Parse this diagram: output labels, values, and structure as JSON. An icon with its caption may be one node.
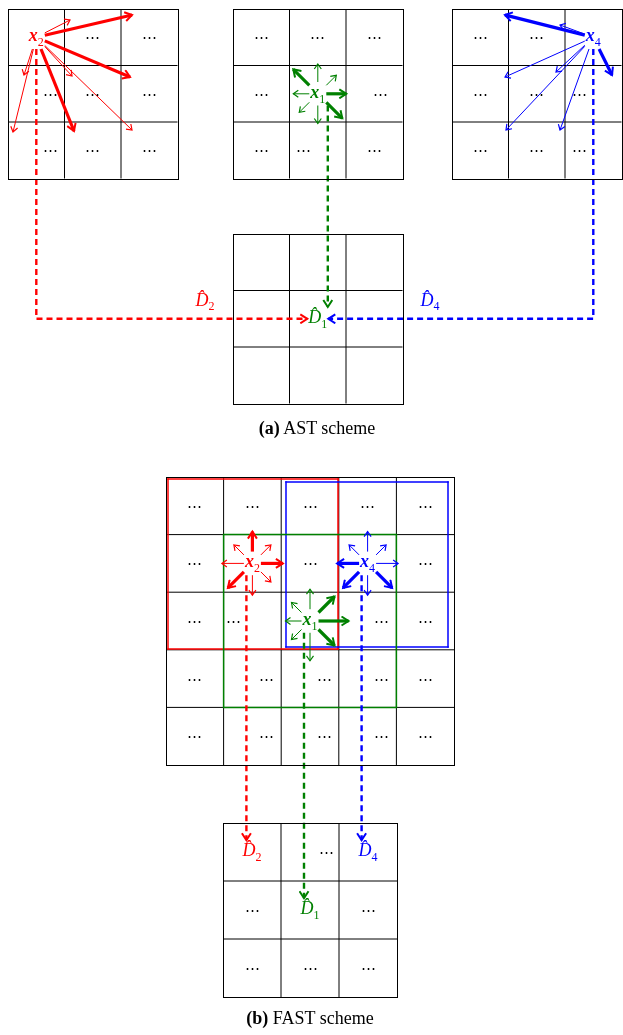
{
  "diagram": {
    "nodes": [
      {
        "text": [],
        "shape": "box"
      },
      {
        "text": [
          "**x**$_{2}$"
        ],
        "in": 0
      },
      {
        "text": [],
        "shape": "box"
      },
      {
        "text": [
          "**x**$_{1}$"
        ],
        "in": 2
      },
      {
        "text": [],
        "shape": "box"
      },
      {
        "text": [
          "**x**$_{4}$"
        ],
        "in": 4
      },
      {
        "text": [],
        "shape": "box"
      },
      {
        "text": [
          "D̂$_{1}$"
        ],
        "in": 6
      },
      {
        "text": [],
        "shape": "box"
      },
      {
        "text": [
          "**x**$_{2}$"
        ],
        "in": 8
      },
      {
        "text": [
          "**x**$_{4}$"
        ],
        "in": 8
      },
      {
        "text": [
          "**x**$_{1}$"
        ],
        "in": 8
      },
      {
        "text": [],
        "shape": "box"
      },
      {
        "text": [
          "D̂$_{2}$"
        ],
        "in": 12
      },
      {
        "text": [
          "D̂$_{4}$"
        ],
        "in": 12
      },
      {
        "text": [
          "D̂$_{1}$"
        ],
        "in": 12
      }
    ],
    "edges": [
      {
        "from": 1,
        "to": 7,
        "arrow": "to",
        "style": "dashed",
        "color": "#ff0000",
        "label": "D̂$_{2}$"
      },
      {
        "from": 3,
        "to": 7,
        "arrow": "to",
        "style": "dashed",
        "color": "#008000"
      },
      {
        "from": 5,
        "to": 7,
        "arrow": "to",
        "style": "dashed",
        "color": "#0000ff",
        "label": "D̂$_{4}$"
      },
      {
        "from": 9,
        "to": 13,
        "arrow": "to",
        "style": "dashed",
        "color": "#ff0000"
      },
      {
        "from": 11,
        "to": 15,
        "arrow": "to",
        "style": "dashed",
        "color": "#008000"
      },
      {
        "from": 10,
        "to": 14,
        "arrow": "to",
        "style": "dashed",
        "color": "#0000ff"
      },
      {
        "from": 1,
        "to": null,
        "arrow": "to",
        "style": "thick",
        "color": "#ff0000"
      },
      {
        "from": 1,
        "to": null,
        "arrow": "to",
        "color": "#ff0000"
      },
      {
        "from": 1,
        "to": null,
        "arrow": "to",
        "style": "thick",
        "color": "#ff0000"
      },
      {
        "from": 1,
        "to": null,
        "arrow": "to",
        "color": "#ff0000"
      },
      {
        "from": 1,
        "to": null,
        "arrow": "to",
        "color": "#ff0000"
      },
      {
        "from": 1,
        "to": null,
        "arrow": "to",
        "style": "thick",
        "color": "#ff0000"
      },
      {
        "from": 1,
        "to": null,
        "arrow": "to",
        "color": "#ff0000"
      },
      {
        "from": 1,
        "to": null,
        "arrow": "to",
        "color": "#ff0000"
      },
      {
        "from": 3,
        "to": null,
        "arrow": "to",
        "color": "#008000"
      },
      {
        "from": 3,
        "to": null,
        "arrow": "to",
        "color": "#008000"
      },
      {
        "from": 3,
        "to": null,
        "arrow": "to",
        "style": "thick",
        "color": "#008000"
      },
      {
        "from": 3,
        "to": null,
        "arrow": "to",
        "style": "thick",
        "color": "#008000"
      },
      {
        "from": 3,
        "to": null,
        "arrow": "to",
        "color": "#008000"
      },
      {
        "from": 3,
        "to": null,
        "arrow": "to",
        "color": "#008000"
      },
      {
        "from": 3,
        "to": null,
        "arrow": "to",
        "color": "#008000"
      },
      {
        "from": 3,
        "to": null,
        "arrow": "to",
        "style": "thick",
        "color": "#008000"
      },
      {
        "from": 5,
        "to": null,
        "arrow": "to",
        "style": "thick",
        "color": "#0000ff"
      },
      {
        "from": 5,
        "to": null,
        "arrow": "to",
        "color": "#0000ff"
      },
      {
        "from": 5,
        "to": null,
        "arrow": "to",
        "color": "#0000ff"
      },
      {
        "from": 5,
        "to": null,
        "arrow": "to",
        "color": "#0000ff"
      },
      {
        "from": 5,
        "to": null,
        "arrow": "to",
        "color": "#0000ff"
      },
      {
        "from": 5,
        "to": null,
        "arrow": "to",
        "color": "#0000ff"
      },
      {
        "from": 5,
        "to": null,
        "arrow": "to",
        "style": "thick",
        "color": "#0000ff"
      },
      {
        "from": 9,
        "to": null,
        "arrow": "to",
        "style": "thick",
        "color": "#ff0000"
      },
      {
        "from": 9,
        "to": null,
        "arrow": "to",
        "color": "#ff0000"
      },
      {
        "from": 9,
        "to": null,
        "arrow": "to",
        "style": "thick",
        "color": "#ff0000"
      },
      {
        "from": 9,
        "to": null,
        "arrow": "to",
        "color": "#ff0000"
      },
      {
        "from": 9,
        "to": null,
        "arrow": "to",
        "color": "#ff0000"
      },
      {
        "from": 9,
        "to": null,
        "arrow": "to",
        "style": "thick",
        "color": "#ff0000"
      },
      {
        "from": 9,
        "to": null,
        "arrow": "to",
        "color": "#ff0000"
      },
      {
        "from": 9,
        "to": null,
        "arrow": "to",
        "color": "#ff0000"
      },
      {
        "from": 10,
        "to": null,
        "arrow": "to",
        "color": "#0000ff"
      },
      {
        "from": 10,
        "to": null,
        "arrow": "to",
        "color": "#0000ff"
      },
      {
        "from": 10,
        "to": null,
        "arrow": "to",
        "color": "#0000ff"
      },
      {
        "from": 10,
        "to": null,
        "arrow": "to",
        "style": "thick",
        "color": "#0000ff"
      },
      {
        "from": 10,
        "to": null,
        "arrow": "to",
        "color": "#0000ff"
      },
      {
        "from": 10,
        "to": null,
        "arrow": "to",
        "style": "thick",
        "color": "#0000ff"
      },
      {
        "from": 10,
        "to": null,
        "arrow": "to",
        "style": "thick",
        "color": "#0000ff"
      },
      {
        "from": 10,
        "to": null,
        "arrow": "to",
        "color": "#0000ff"
      },
      {
        "from": 11,
        "to": null,
        "arrow": "to",
        "color": "#008000"
      },
      {
        "from": 11,
        "to": null,
        "arrow": "to",
        "style": "thick",
        "color": "#008000"
      },
      {
        "from": 11,
        "to": null,
        "arrow": "to",
        "style": "thick",
        "color": "#008000"
      },
      {
        "from": 11,
        "to": null,
        "arrow": "to",
        "style": "thick",
        "color": "#008000"
      },
      {
        "from": 11,
        "to": null,
        "arrow": "to",
        "color": "#008000"
      },
      {
        "from": 11,
        "to": null,
        "arrow": "to",
        "color": "#008000"
      },
      {
        "from": 11,
        "to": null,
        "arrow": "to",
        "color": "#008000"
      },
      {
        "from": 11,
        "to": null,
        "arrow": "to",
        "color": "#008000"
      }
    ],
    "labels": [
      "⋯",
      "⋯",
      "⋯",
      "⋯",
      "⋯",
      "⋯",
      "⋯",
      "⋯",
      "⋯",
      "⋯",
      "⋯",
      "⋯",
      "⋯",
      "⋯",
      "⋯",
      "⋯",
      "⋯",
      "⋯",
      "⋯",
      "⋯",
      "⋯",
      "⋯",
      "⋯",
      "⋯",
      "**(a)** AST scheme",
      "⋯",
      "⋯",
      "⋯",
      "⋯",
      "⋯",
      "⋯",
      "⋯",
      "⋯",
      "⋯",
      "⋯",
      "⋯",
      "⋯",
      "⋯",
      "⋯",
      "⋯",
      "⋯",
      "⋯",
      "⋯",
      "⋯",
      "⋯",
      "⋯",
      "⋯",
      "⋯",
      "⋯",
      "⋯",
      "⋯",
      "⋯",
      "⋯",
      "**(b)** FAST scheme"
    ]
  }
}
